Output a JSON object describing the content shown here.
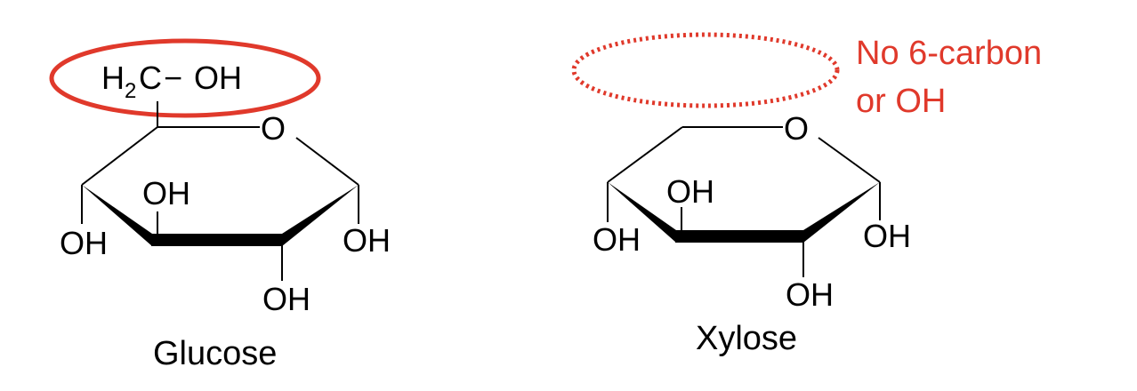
{
  "colors": {
    "bond": "#000000",
    "highlight": "#e0392b",
    "text": "#000000"
  },
  "glucose": {
    "name": "Glucose",
    "ch2oh_h": "H",
    "ch2oh_sub": "2",
    "ch2oh_c": "C",
    "ch2oh_dash": "−",
    "ch2oh_oh": "OH",
    "ring_o": "O",
    "oh_c4": "OH",
    "oh_c3": "OH",
    "oh_c2": "OH",
    "oh_c1": "OH"
  },
  "xylose": {
    "name": "Xylose",
    "ring_o": "O",
    "oh_c4": "OH",
    "oh_c3": "OH",
    "oh_c2": "OH",
    "oh_c1": "OH",
    "note_line1": "No 6-carbon",
    "note_line2": "or OH"
  }
}
